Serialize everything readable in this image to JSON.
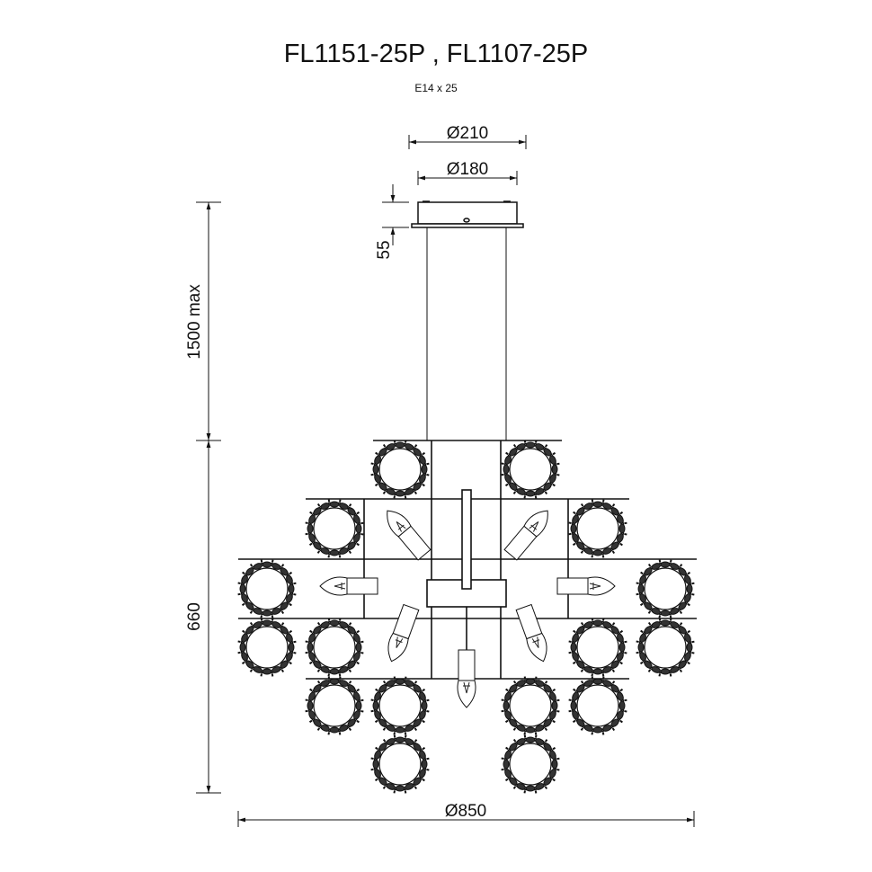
{
  "title": "FL1151-25P , FL1107-25P",
  "subtitle": "E14 x 25",
  "dimensions": {
    "canopy_outer": "Ø210",
    "canopy_inner": "Ø180",
    "canopy_height": "55",
    "cable_length": "1500 max",
    "body_height": "660",
    "diameter": "Ø850"
  }
}
